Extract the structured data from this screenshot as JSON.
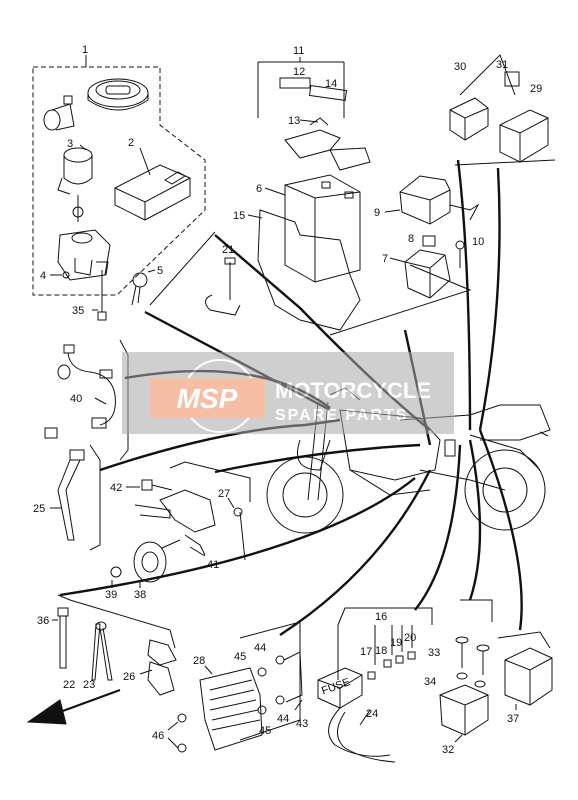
{
  "labels": {
    "n1": "1",
    "n2": "2",
    "n3": "3",
    "n4": "4",
    "n5": "5",
    "n6": "6",
    "n7": "7",
    "n8": "8",
    "n9": "9",
    "n10": "10",
    "n11": "11",
    "n12": "12",
    "n13": "13",
    "n14": "14",
    "n15": "15",
    "n16": "16",
    "n17": "17",
    "n18": "18",
    "n19": "19",
    "n20": "20",
    "n21": "21",
    "n22": "22",
    "n23": "23",
    "n24": "24",
    "n25": "25",
    "n26": "26",
    "n27": "27",
    "n28": "28",
    "n29": "29",
    "n30": "30",
    "n31": "31",
    "n32": "32",
    "n33": "33",
    "n34": "34",
    "n35": "35",
    "n36": "36",
    "n37": "37",
    "n38": "38",
    "n39": "39",
    "n40": "40",
    "n41": "41",
    "n42": "42",
    "n43": "43",
    "n44a": "44",
    "n44b": "44",
    "n45a": "45",
    "n45b": "45",
    "n46": "46"
  },
  "fuse_text": "FUSE",
  "watermark": {
    "logo": "MSP",
    "line1": "MOTORCYCLE",
    "line2": "SPARE PARTS",
    "accent_color": "#f08a5a",
    "band_color": "#a8a8a8"
  },
  "colors": {
    "ink": "#111111",
    "paper": "#ffffff"
  }
}
